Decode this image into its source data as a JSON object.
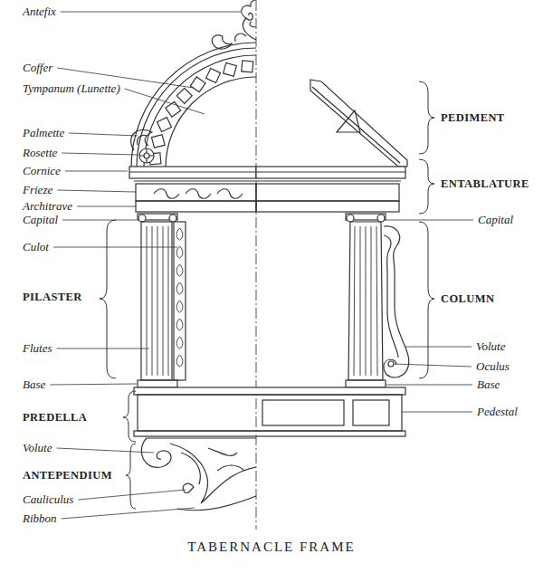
{
  "diagram": {
    "title": "TABERNACLE FRAME",
    "labels": [
      "Antefix",
      "Coffer",
      "Tympanum (Lunette)",
      "Palmette",
      "Rosette",
      "Cornice",
      "Frieze",
      "Architrave",
      "Capital",
      "Culot",
      "PILASTER",
      "Flutes",
      "Base",
      "PREDELLA",
      "Volute",
      "ANTEPENDIUM",
      "Cauliculus",
      "Ribbon",
      "PEDIMENT",
      "ENTABLATURE",
      "Capital",
      "COLUMN",
      "Volute",
      "Oculus",
      "Base",
      "Pedestal"
    ]
  }
}
